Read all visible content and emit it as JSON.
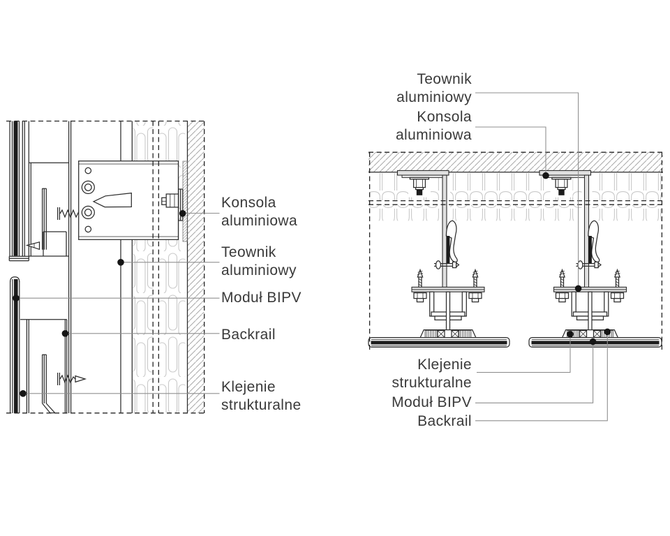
{
  "figure": {
    "description": "BIPV facade fixing system - two construction section details",
    "colors": {
      "background": "#ffffff",
      "linework": "#2d2d2d",
      "leader_line": "#8f8f8f",
      "leader_dot": "#151515",
      "insulation": "#c9c9c9",
      "wall_hatch": "#a8a8a8",
      "metal_fill": "#e0e0e0",
      "text": "#3a3a3a"
    },
    "left_drawing": {
      "name": "vertical-section-detail",
      "labels": {
        "konsola_line1": "Konsola",
        "konsola_line2": "aluminiowa",
        "teownik_line1": "Teownik",
        "teownik_line2": "aluminiowy",
        "modul": "Moduł BIPV",
        "backrail": "Backrail",
        "klejenie_line1": "Klejenie",
        "klejenie_line2": "strukturalne"
      }
    },
    "right_drawing": {
      "name": "horizontal-section-detail",
      "labels": {
        "teownik_line1": "Teownik",
        "teownik_line2": "aluminiowy",
        "konsola_line1": "Konsola",
        "konsola_line2": "aluminiowa",
        "klejenie_line1": "Klejenie",
        "klejenie_line2": "strukturalne",
        "modul": "Moduł BIPV",
        "backrail": "Backrail"
      }
    }
  }
}
